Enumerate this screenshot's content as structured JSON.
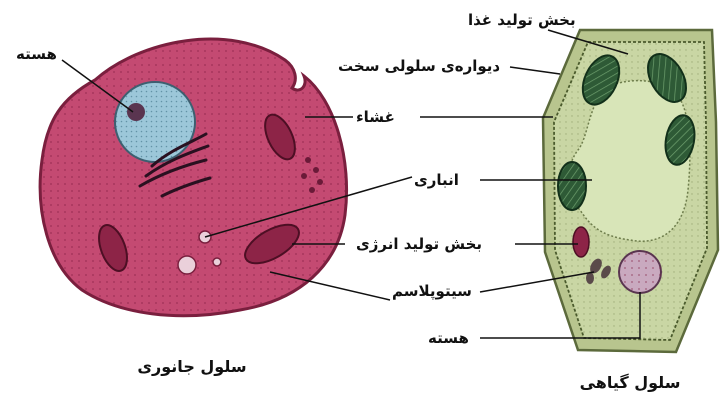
{
  "labels": {
    "nucleus_left": "هسته",
    "food_production": "بخش تولید غذا",
    "cell_wall": "دیواره‌ی سلولی سخت",
    "membrane": "غشاء",
    "vacuole": "انباری",
    "energy_production": "بخش تولید انرژی",
    "cytoplasm": "سیتوپلاسم",
    "nucleus_right": "هسته"
  },
  "captions": {
    "animal_cell": "سلول جانوری",
    "plant_cell": "سلول گیاهی"
  },
  "colors": {
    "animal_cytoplasm": "#c44a72",
    "animal_outline": "#7a1f3e",
    "nucleus": "#9cc7d9",
    "mitochondria": "#8d2447",
    "plant_wall": "#b8c58e",
    "plant_cytoplasm": "#c9d6a4",
    "vacuole": "#d8e5b8",
    "chloroplast": "#2e5a36",
    "plant_nucleus": "#c9a9bf"
  }
}
